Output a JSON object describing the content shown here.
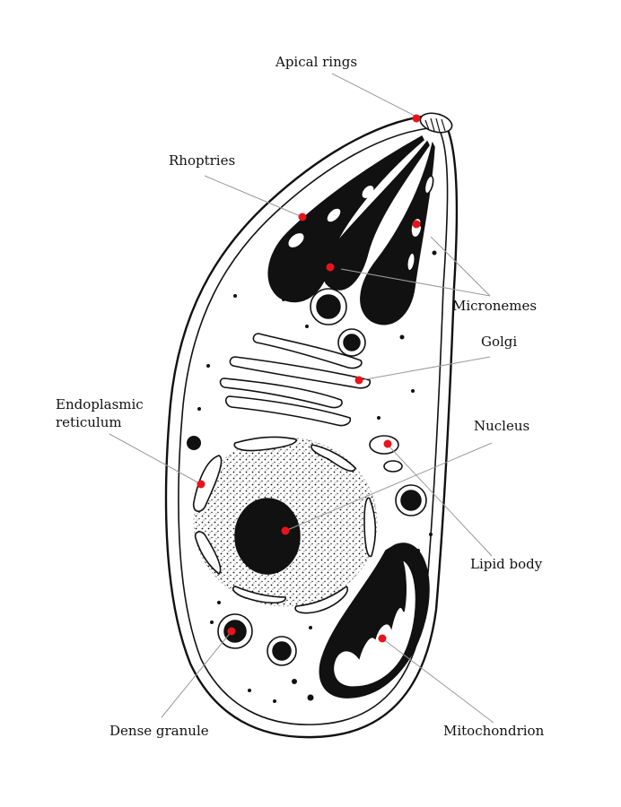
{
  "labels": {
    "apical_rings": "Apical rings",
    "rhoptries": "Rhoptries",
    "micronemes": "Micronemes",
    "golgi": "Golgi",
    "er_line1": "Endoplasmic",
    "er_line2": "reticulum",
    "nucleus": "Nucleus",
    "lipid_body": "Lipid body",
    "dense_granule": "Dense granule",
    "mitochondrion": "Mitochondrion"
  },
  "colors": {
    "marker": "#e8141c",
    "ink": "#111111",
    "leader": "#9a9a9a",
    "background": "#ffffff"
  }
}
